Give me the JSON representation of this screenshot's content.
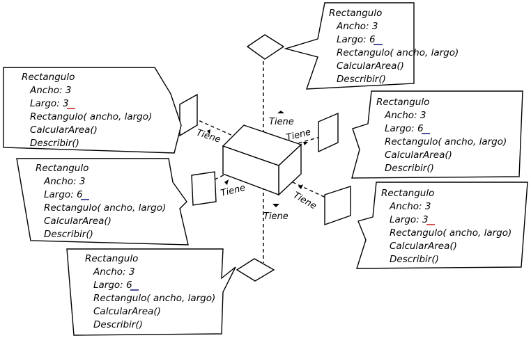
{
  "relation_label": "Tiene",
  "classes": [
    {
      "name": "Rectangulo",
      "ancho_label": "Ancho:",
      "ancho": "3",
      "largo_label": "Largo:",
      "largo": "6",
      "largo_color": "#1a237e",
      "constructor": "Rectangulo( ancho, largo)",
      "method1": "CalcularArea()",
      "method2": "Describir()"
    },
    {
      "name": "Rectangulo",
      "ancho_label": "Ancho:",
      "ancho": "3",
      "largo_label": "Largo:",
      "largo": "3",
      "largo_color": "#c62828",
      "constructor": "Rectangulo( ancho, largo)",
      "method1": "CalcularArea()",
      "method2": "Describir()"
    },
    {
      "name": "Rectangulo",
      "ancho_label": "Ancho:",
      "ancho": "3",
      "largo_label": "Largo:",
      "largo": "6",
      "largo_color": "#1a237e",
      "constructor": "Rectangulo( ancho, largo)",
      "method1": "CalcularArea()",
      "method2": "Describir()"
    },
    {
      "name": "Rectangulo",
      "ancho_label": "Ancho:",
      "ancho": "3",
      "largo_label": "Largo:",
      "largo": "6",
      "largo_color": "#1a237e",
      "constructor": "Rectangulo( ancho, largo)",
      "method1": "CalcularArea()",
      "method2": "Describir()"
    },
    {
      "name": "Rectangulo",
      "ancho_label": "Ancho:",
      "ancho": "3",
      "largo_label": "Largo:",
      "largo": "3",
      "largo_color": "#c62828",
      "constructor": "Rectangulo( ancho, largo)",
      "method1": "CalcularArea()",
      "method2": "Describir()"
    },
    {
      "name": "Rectangulo",
      "ancho_label": "Ancho:",
      "ancho": "3",
      "largo_label": "Largo:",
      "largo": "6",
      "largo_color": "#1a237e",
      "constructor": "Rectangulo( ancho, largo)",
      "method1": "CalcularArea()",
      "method2": "Describir()"
    }
  ]
}
